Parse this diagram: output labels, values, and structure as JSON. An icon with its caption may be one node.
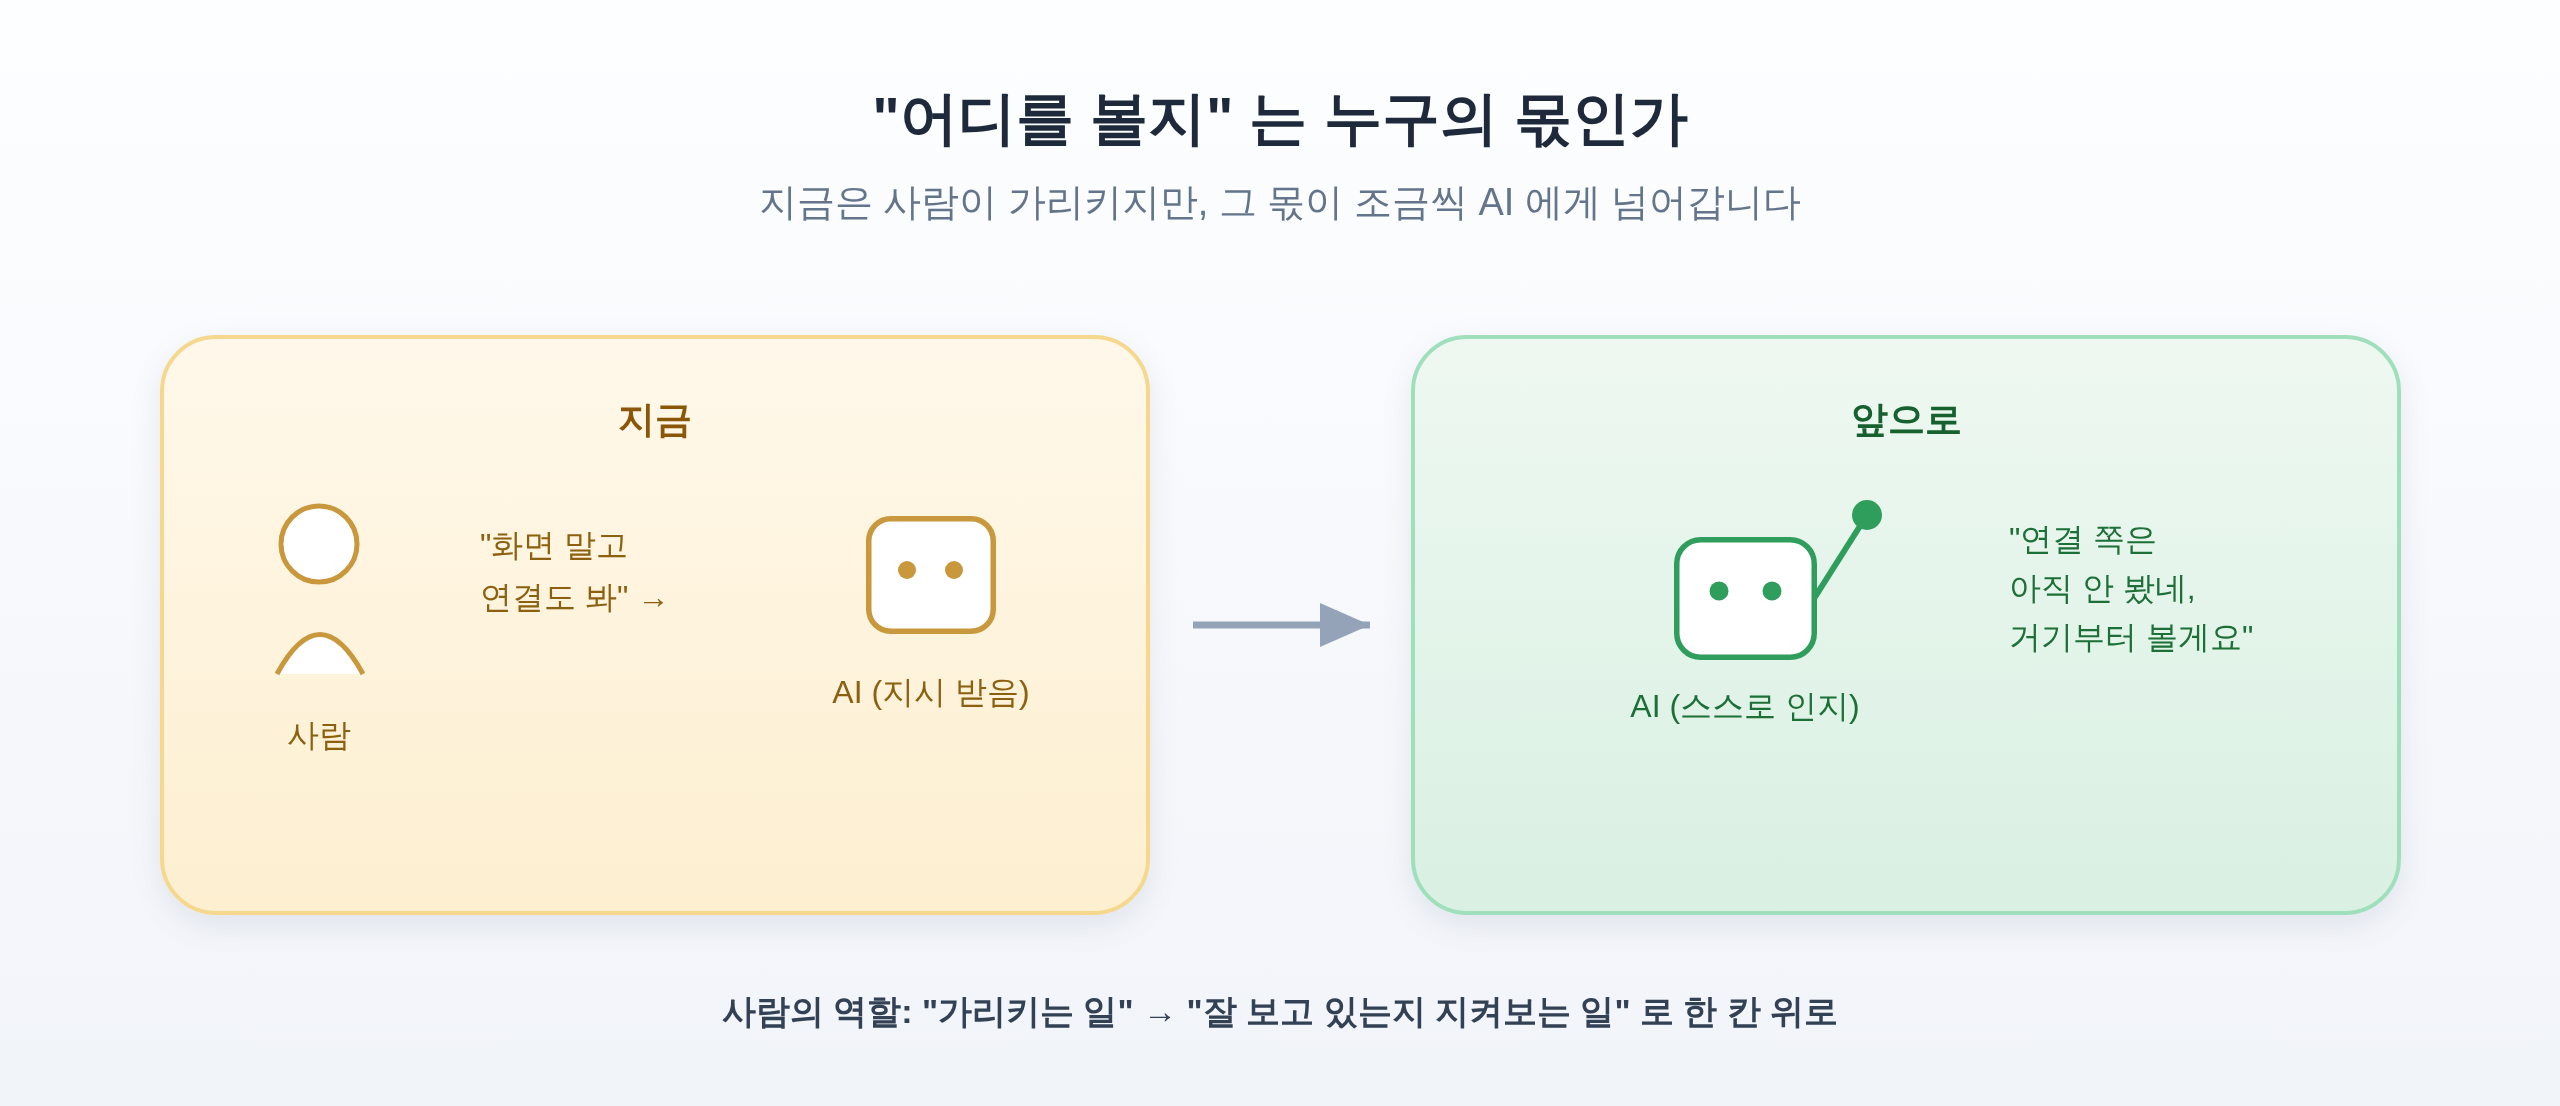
{
  "diagram": {
    "title": "\"어디를 볼지\" 는 누구의 몫인가",
    "nodes": [
      {
        "text": [
          "지금",
          "\"화면 말고 연결도 봐\" →"
        ]
      },
      {
        "text": [
          "사람"
        ],
        "in": 0
      },
      {
        "text": [
          "AI (지시 받음)"
        ],
        "in": 0
      },
      {
        "text": [
          "앞으로",
          "\"연결 쪽은 아직 안 봤네, 거기부터 볼게요\""
        ]
      },
      {
        "text": [
          "AI (스스로 인지)"
        ],
        "in": 3
      }
    ],
    "edges": [
      {
        "from": 0,
        "to": 3,
        "arrow": "to"
      }
    ],
    "labels": [
      "지금은 사람이 가리키지만, 그 몫이 조금씩 AI 에게 넘어갑니다"
    ],
    "caption": "사람의 역할: \"가리키는 일\" → \"잘 보고 있는지 지켜보는 일\" 로 한 칸 위로"
  }
}
